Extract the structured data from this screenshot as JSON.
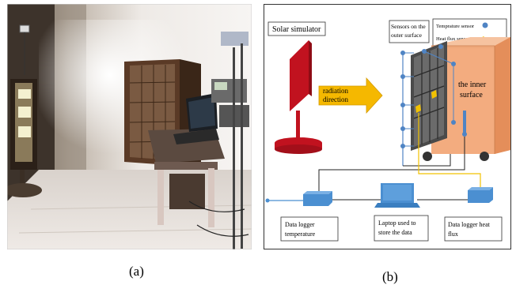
{
  "panel_a": {
    "caption": "(a)"
  },
  "panel_b": {
    "caption": "(b)",
    "solar_simulator_label": "Solar simulator",
    "radiation_label_line1": "radiation",
    "radiation_label_line2": "direction",
    "sensors_label_line1": "Sensors on the",
    "sensors_label_line2": "outer surface",
    "legend_temp": "Temprature sensor",
    "legend_heat": "Heat flux sensor",
    "inner_surface_line1": "the inner",
    "inner_surface_line2": "surface",
    "logger_temp_line1": "Data logger",
    "logger_temp_line2": "temperature",
    "laptop_line1": "Laptop used to",
    "laptop_line2": "store the data",
    "logger_heat_line1": "Data logger heat",
    "logger_heat_line2": "flux",
    "colors": {
      "simulator_red": "#c1121f",
      "arrow_yellow": "#f5b800",
      "box_orange": "#f2a878",
      "logger_blue": "#4b8fd1",
      "sensor_blue": "#4f84c4"
    }
  }
}
